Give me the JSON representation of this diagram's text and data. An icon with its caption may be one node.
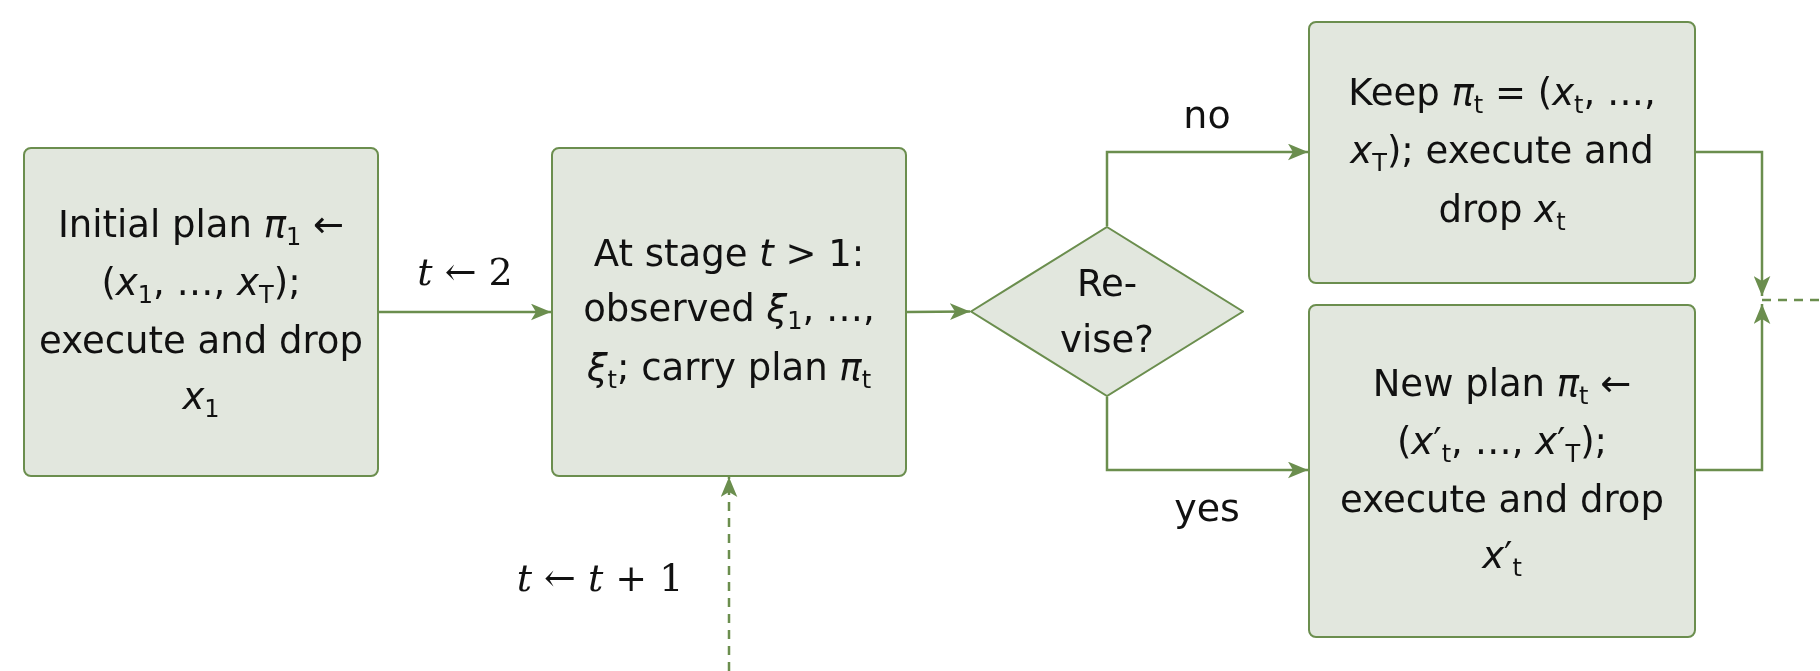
{
  "diagram": {
    "nodes": [
      {
        "text": [
          "Initial plan *π*$_{1}$ ← (*x*$_{1}$, …, *x*$_{T}$); execute and drop *x*$_{1}$"
        ]
      },
      {
        "text": [
          "At stage *t* > 1: observed *ξ*$_{1}$, …, *ξ*$_{t}$; carry plan *π*$_{t}$"
        ]
      },
      {
        "text": [
          "Re-vise?"
        ]
      },
      {
        "text": [
          "Keep *π*$_{t}$ = (*x*$_{t}$, …, *x*$_{T}$); execute and drop *x*$_{t}$"
        ]
      },
      {
        "text": [
          "New plan *π*$_{t}$ ← (*x*′$_{t}$, …, *x*′$_{T}$); execute and drop *x*′$_{t}$"
        ]
      }
    ],
    "edges": [
      {
        "from": 0,
        "to": 1,
        "arrow": "to",
        "label": "*t* ← 2"
      },
      {
        "from": 1,
        "to": 2,
        "arrow": "to"
      },
      {
        "from": 2,
        "to": 3,
        "arrow": "to",
        "label": "no"
      },
      {
        "from": 2,
        "to": 4,
        "arrow": "to",
        "label": "yes"
      },
      {
        "from": 3,
        "to": null,
        "arrow": "to"
      },
      {
        "from": 4,
        "to": null,
        "arrow": "to"
      },
      {
        "from": null,
        "to": 1,
        "arrow": "to",
        "label": "*t* ← *t* + 1",
        "style": "dashed"
      }
    ]
  }
}
